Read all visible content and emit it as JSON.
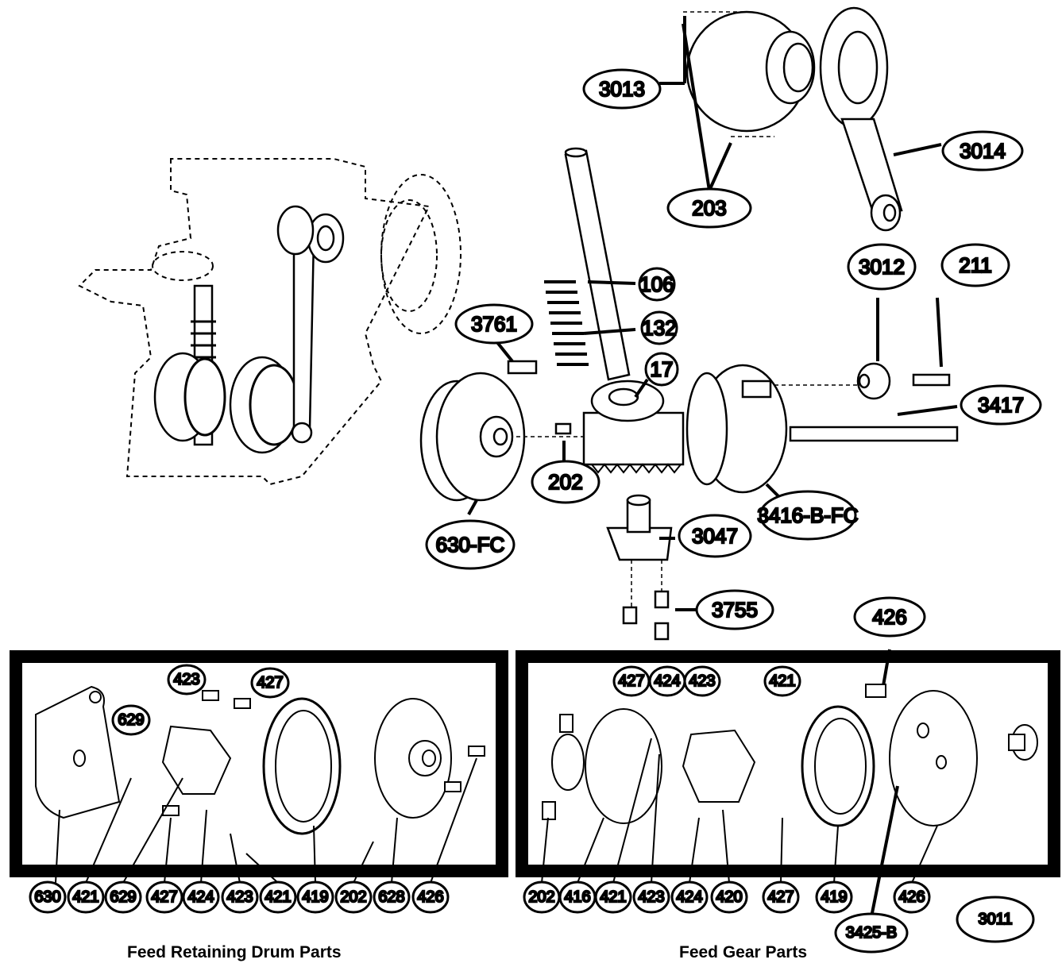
{
  "colors": {
    "ink": "#000000",
    "paper": "#ffffff"
  },
  "callouts": {
    "top": [
      "3013",
      "203",
      "3014",
      "3012",
      "211",
      "106",
      "132",
      "3761",
      "17",
      "3417",
      "202",
      "630-FC",
      "3416-B-FC",
      "3047",
      "3755",
      "426"
    ],
    "retaining_inner": [
      "423",
      "427",
      "629"
    ],
    "retaining_bottom": [
      "630",
      "421",
      "629",
      "427",
      "424",
      "423",
      "421",
      "419",
      "202",
      "628",
      "426"
    ],
    "gear_inner": [
      "427",
      "424",
      "423",
      "421"
    ],
    "gear_bottom": [
      "202",
      "416",
      "421",
      "423",
      "424",
      "420",
      "427",
      "419",
      "426",
      "3011"
    ],
    "gear_extra": "3425-B"
  },
  "captions": {
    "retaining": "Feed Retaining Drum Parts",
    "gear": "Feed Gear Parts"
  }
}
